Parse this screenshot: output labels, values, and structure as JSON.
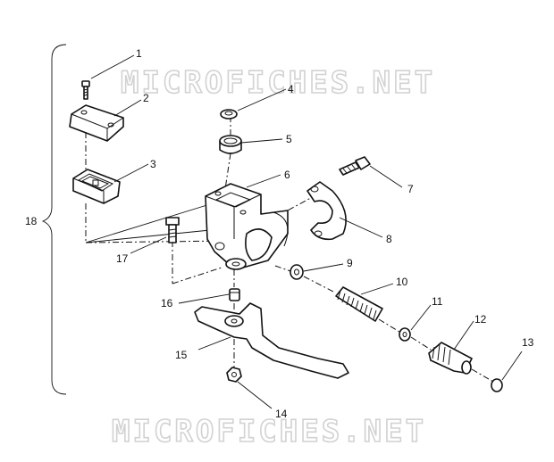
{
  "watermark": {
    "top": "MICROFICHES.NET",
    "bottom": "MICROFICHES.NET"
  },
  "callouts": {
    "c1": "1",
    "c2": "2",
    "c3": "3",
    "c4": "4",
    "c5": "5",
    "c6": "6",
    "c7": "7",
    "c8": "8",
    "c9": "9",
    "c10": "10",
    "c11": "11",
    "c12": "12",
    "c13": "13",
    "c14": "14",
    "c15": "15",
    "c16": "16",
    "c17": "17",
    "c18": "18"
  }
}
